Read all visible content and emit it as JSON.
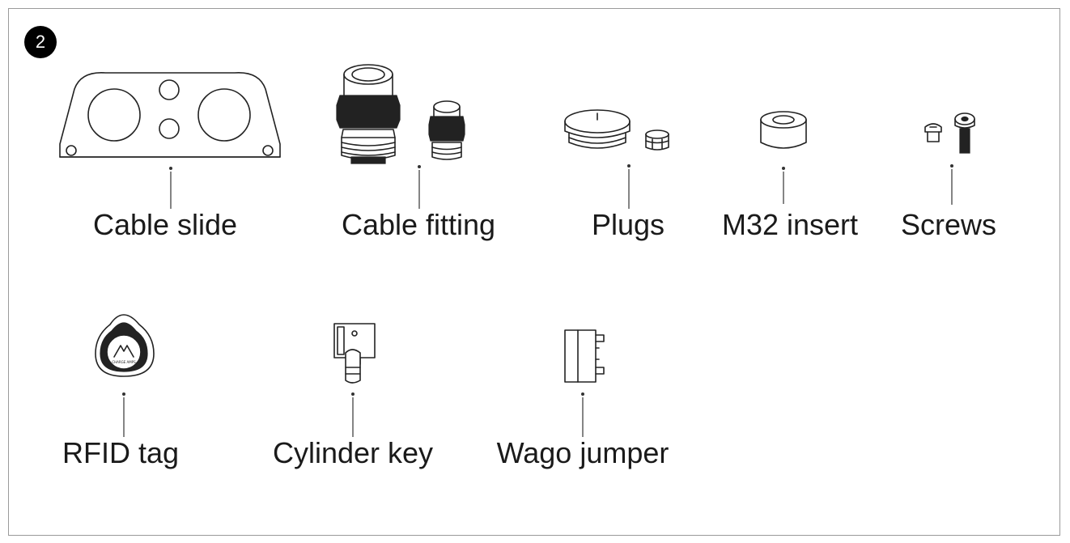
{
  "step": {
    "number": "2"
  },
  "parts": [
    {
      "id": "cable-slide",
      "label": "Cable slide",
      "icon": "cable-slide-icon"
    },
    {
      "id": "cable-fitting",
      "label": "Cable fitting",
      "icon": "cable-fitting-icon"
    },
    {
      "id": "plugs",
      "label": "Plugs",
      "icon": "plugs-icon"
    },
    {
      "id": "m32-insert",
      "label": "M32 insert",
      "icon": "m32-insert-icon"
    },
    {
      "id": "screws",
      "label": "Screws",
      "icon": "screws-icon"
    },
    {
      "id": "rfid-tag",
      "label": "RFID tag",
      "icon": "rfid-tag-icon"
    },
    {
      "id": "cylinder-key",
      "label": "Cylinder key",
      "icon": "cylinder-key-icon"
    },
    {
      "id": "wago-jumper",
      "label": "Wago jumper",
      "icon": "wago-jumper-icon"
    }
  ],
  "rfid_logo_text": "CHARGE AMPS",
  "colors": {
    "line": "#222222",
    "frame": "#9a9a9a",
    "badge": "#000000"
  }
}
